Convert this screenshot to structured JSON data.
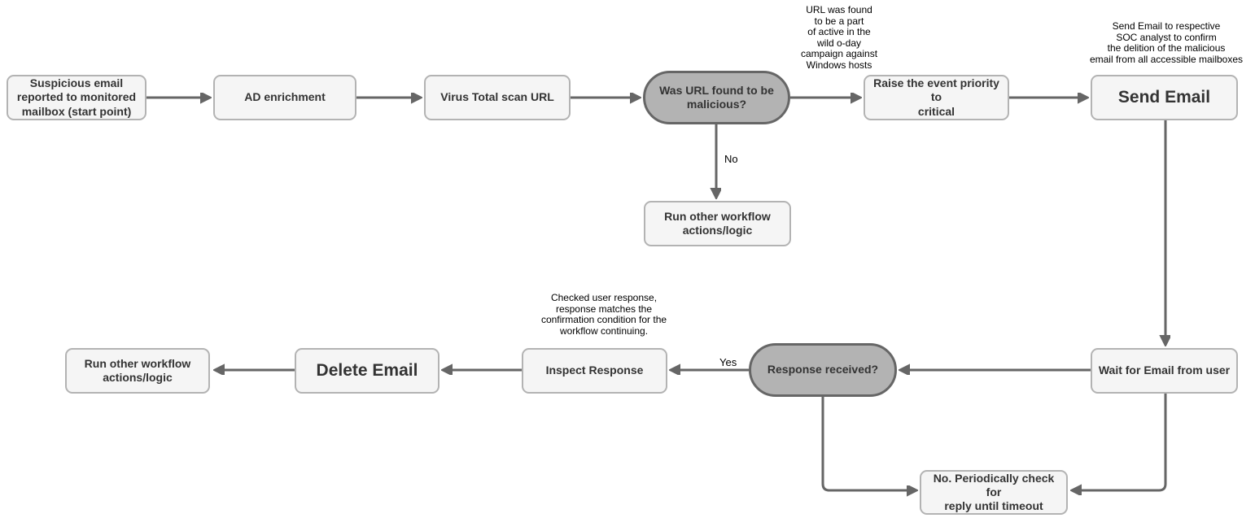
{
  "colors": {
    "box_fill": "#F5F5F5",
    "box_border": "#B3B3B3",
    "decision_fill": "#B3B3B3",
    "decision_border": "#666666",
    "arrow": "#666666",
    "box_text": "#333333",
    "annotation_text": "#000000",
    "canvas_bg": "#FFFFFF"
  },
  "nodes": {
    "start": {
      "label": "Suspicious email\nreported to monitored\nmailbox (start point)"
    },
    "ad_enrichment": {
      "label": "AD enrichment"
    },
    "virus_total": {
      "label": "Virus Total scan URL"
    },
    "url_malicious_decision": {
      "label": "Was URL found to be\nmalicious?"
    },
    "raise_priority": {
      "label": "Raise the event priority to\ncritical"
    },
    "send_email": {
      "label": "Send Email"
    },
    "run_other_top": {
      "label": "Run other workflow\nactions/logic"
    },
    "wait_for_email": {
      "label": "Wait for Email from user"
    },
    "response_received_decision": {
      "label": "Response received?"
    },
    "inspect_response": {
      "label": "Inspect Response"
    },
    "delete_email": {
      "label": "Delete Email"
    },
    "run_other_bottom": {
      "label": "Run other workflow\nactions/logic"
    },
    "periodic_check": {
      "label": "No. Periodically check for\nreply until timeout"
    }
  },
  "edge_labels": {
    "no": "No",
    "yes": "Yes"
  },
  "annotations": {
    "campaign_note": "URL was found\nto be a part\nof active in the\nwild o-day\ncampaign against\nWindows hosts",
    "send_email_note": "Send Email to respective\nSOC analyst to confirm\nthe delition of the malicious\nemail from all accessible mailboxes",
    "inspect_note": "Checked user response,\nresponse matches the\nconfirmation condition for the\nworkflow continuing."
  }
}
